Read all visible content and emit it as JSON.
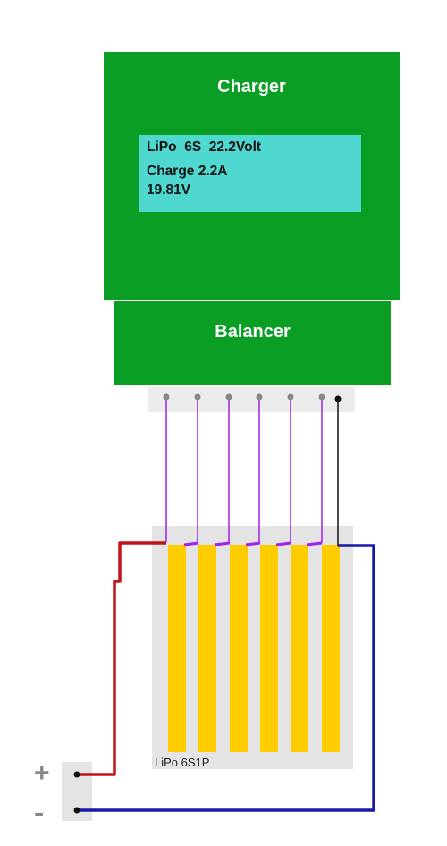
{
  "charger": {
    "title": "Charger",
    "display": {
      "line1": "LiPo  6S  22.2Volt",
      "line2": "Charge 2.2A",
      "line3": "19.81V"
    }
  },
  "balancer": {
    "title": "Balancer"
  },
  "battery": {
    "label": "LiPo 6S1P",
    "cells": 6
  },
  "terminals": {
    "positive": "+",
    "negative": "-"
  },
  "colors": {
    "charger_green": "#0a9e24",
    "lcd_cyan": "#4fd8d0",
    "cell_yellow": "#ffcc00",
    "positive_wire": "#c0141c",
    "negative_wire": "#1a1aa8",
    "balance_lead": "#a020f0"
  }
}
